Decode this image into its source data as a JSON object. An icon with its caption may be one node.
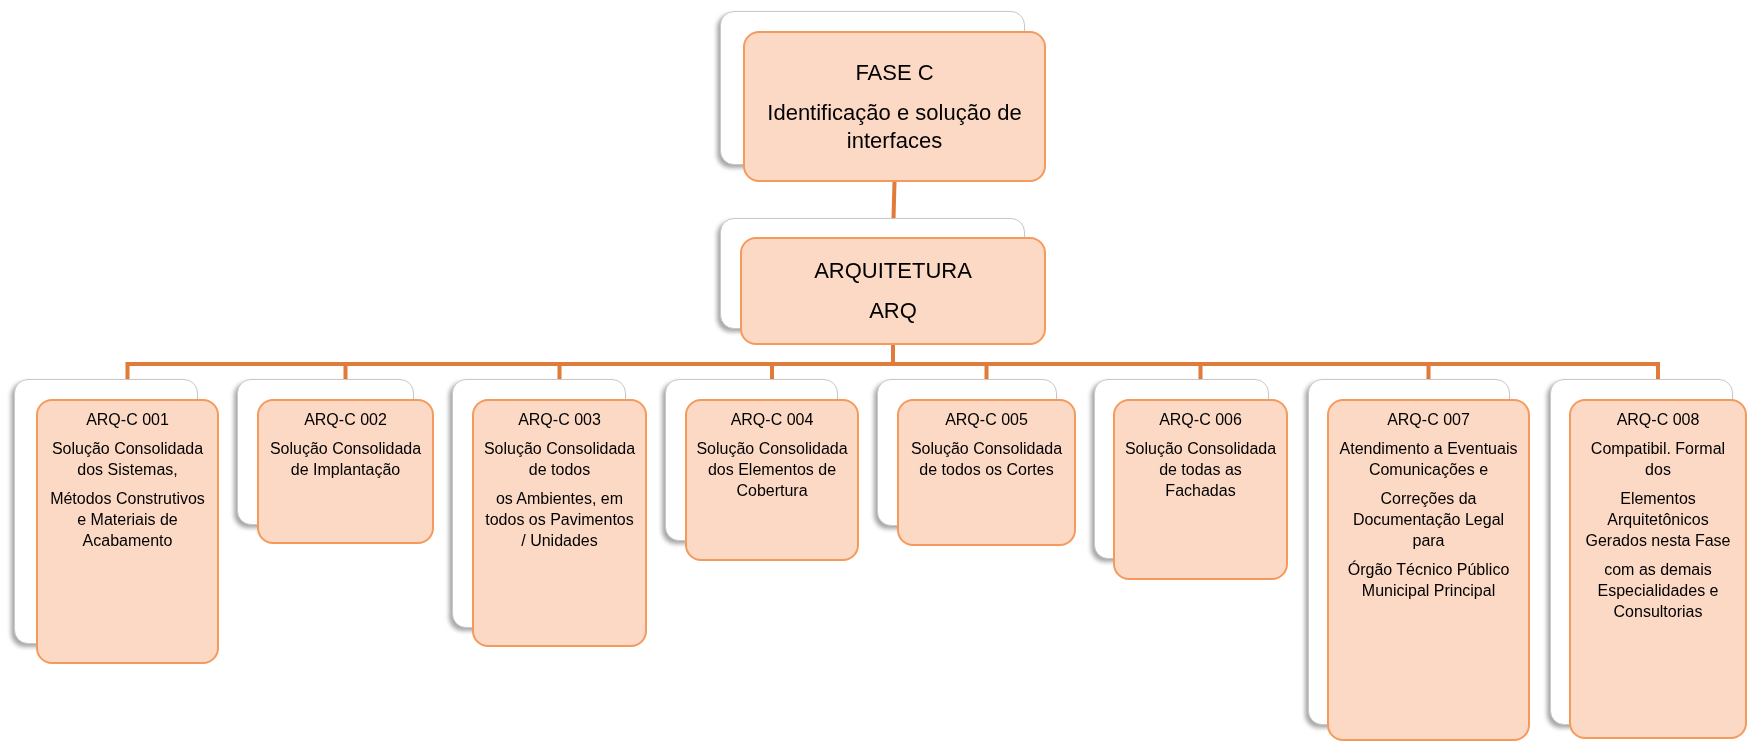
{
  "diagram": {
    "nodes": [
      {
        "text": [
          "FASE C",
          "Identificação e solução de interfaces"
        ]
      },
      {
        "text": [
          "ARQUITETURA",
          "ARQ"
        ]
      },
      {
        "text": [
          "ARQ-C 001",
          "Solução Consolidada dos Sistemas,",
          "Métodos Construtivos e Materiais de Acabamento"
        ]
      },
      {
        "text": [
          "ARQ-C 002",
          "Solução Consolidada de Implantação"
        ]
      },
      {
        "text": [
          "ARQ-C 003",
          "Solução Consolidada de todos",
          "os Ambientes, em todos os Pavimentos / Unidades"
        ]
      },
      {
        "text": [
          "ARQ-C 004",
          "Solução Consolidada dos Elementos de Cobertura"
        ]
      },
      {
        "text": [
          "ARQ-C 005",
          "Solução Consolidada de todos os Cortes"
        ]
      },
      {
        "text": [
          "ARQ-C 006",
          "Solução Consolidada de todas as Fachadas"
        ]
      },
      {
        "text": [
          "ARQ-C 007",
          "Atendimento a Eventuais Comunicações e",
          "Correções da Documentação Legal para",
          "Órgão Técnico Público Municipal Principal"
        ]
      },
      {
        "text": [
          "ARQ-C 008",
          "Compatibil. Formal dos",
          "Elementos Arquitetônicos Gerados nesta Fase",
          "com as demais Especialidades e Consultorias"
        ]
      }
    ],
    "edges": [
      {
        "from": 0,
        "to": 1,
        "arrow": "none"
      },
      {
        "from": 1,
        "to": 2,
        "arrow": "none"
      },
      {
        "from": 1,
        "to": 3,
        "arrow": "none"
      },
      {
        "from": 1,
        "to": 4,
        "arrow": "none"
      },
      {
        "from": 1,
        "to": 5,
        "arrow": "none"
      },
      {
        "from": 1,
        "to": 6,
        "arrow": "none"
      },
      {
        "from": 1,
        "to": 7,
        "arrow": "none"
      },
      {
        "from": 1,
        "to": 8,
        "arrow": "none"
      },
      {
        "from": 1,
        "to": 9,
        "arrow": "none"
      }
    ]
  }
}
